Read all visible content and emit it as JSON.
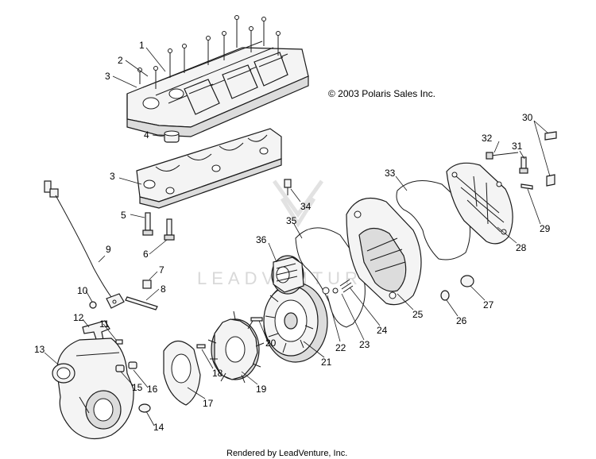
{
  "copyright": "© 2003 Polaris Sales Inc.",
  "footer": "Rendered by LeadVenture, Inc.",
  "watermark": "LEADVENTURE",
  "callouts": [
    "1",
    "2",
    "3",
    "3",
    "4",
    "5",
    "6",
    "7",
    "8",
    "9",
    "10",
    "11",
    "12",
    "13",
    "14",
    "15",
    "16",
    "17",
    "18",
    "19",
    "20",
    "21",
    "22",
    "23",
    "24",
    "25",
    "26",
    "27",
    "28",
    "29",
    "30",
    "31",
    "32",
    "33",
    "34",
    "35",
    "36"
  ]
}
